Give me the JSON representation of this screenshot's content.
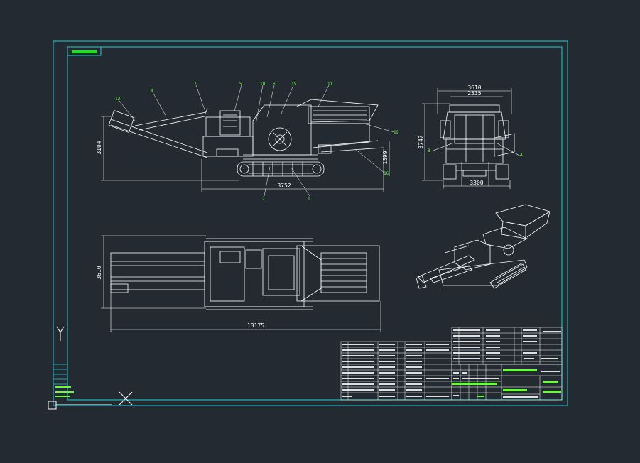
{
  "colors": {
    "background": "#242a31",
    "frame": "#19d3d3",
    "drawing": "#ffffff",
    "balloon": "#66ff33",
    "title_label": "#19e619"
  },
  "dimensions": {
    "side_height": "3104",
    "side_length": "3752",
    "side_right_height": "1599",
    "front_width_top": "3610",
    "front_width_inner": "2535",
    "front_height": "3747",
    "front_width_bottom": "3300",
    "plan_width": "3610",
    "plan_length": "13175"
  },
  "balloons_side": [
    "12",
    "8",
    "7",
    "5",
    "10",
    "6",
    "15",
    "11",
    "19",
    "16",
    "2",
    "1"
  ],
  "balloons_front": [
    "8",
    "4"
  ]
}
